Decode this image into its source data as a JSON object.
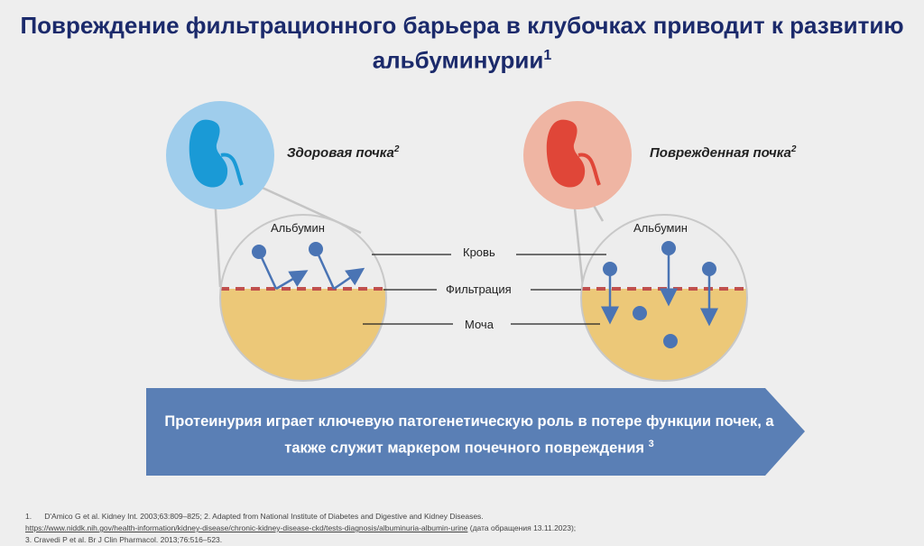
{
  "title": {
    "text": "Повреждение фильтрационного барьера в клубочках приводит к развитию альбуминурии",
    "sup": "1"
  },
  "healthy": {
    "label": "Здоровая почка",
    "sup": "2",
    "albumin": "Альбумин"
  },
  "damaged": {
    "label": "Поврежденная почка",
    "sup": "2",
    "albumin": "Альбумин"
  },
  "layers": {
    "blood": "Кровь",
    "filtration": "Фильтрация",
    "urine": "Моча"
  },
  "banner": {
    "text": "Протеинурия играет ключевую патогенетическую роль в потере функции почек, а  также служит маркером почечного повреждения",
    "sup": "3"
  },
  "colors": {
    "title": "#1b2a6b",
    "banner": "#5a7fb5",
    "urine": "#ecc878",
    "filter": "#c0504d",
    "albumin": "#4a74b4"
  },
  "references": {
    "line1": "1.      D'Amico G et al. Kidney Int. 2003;63:809–825; 2. Adapted from National Institute of Diabetes and Digestive and Kidney Diseases.",
    "url": "https://www.niddk.nih.gov/health-information/kidney-disease/chronic-kidney-disease-ckd/tests-diagnosis/albuminuria-albumin-urine",
    "access": " (дата обращения 13.11.2023);",
    "line3": "3. Cravedi P et al. Br J Clin Pharmacol. 2013;76:516–523."
  }
}
